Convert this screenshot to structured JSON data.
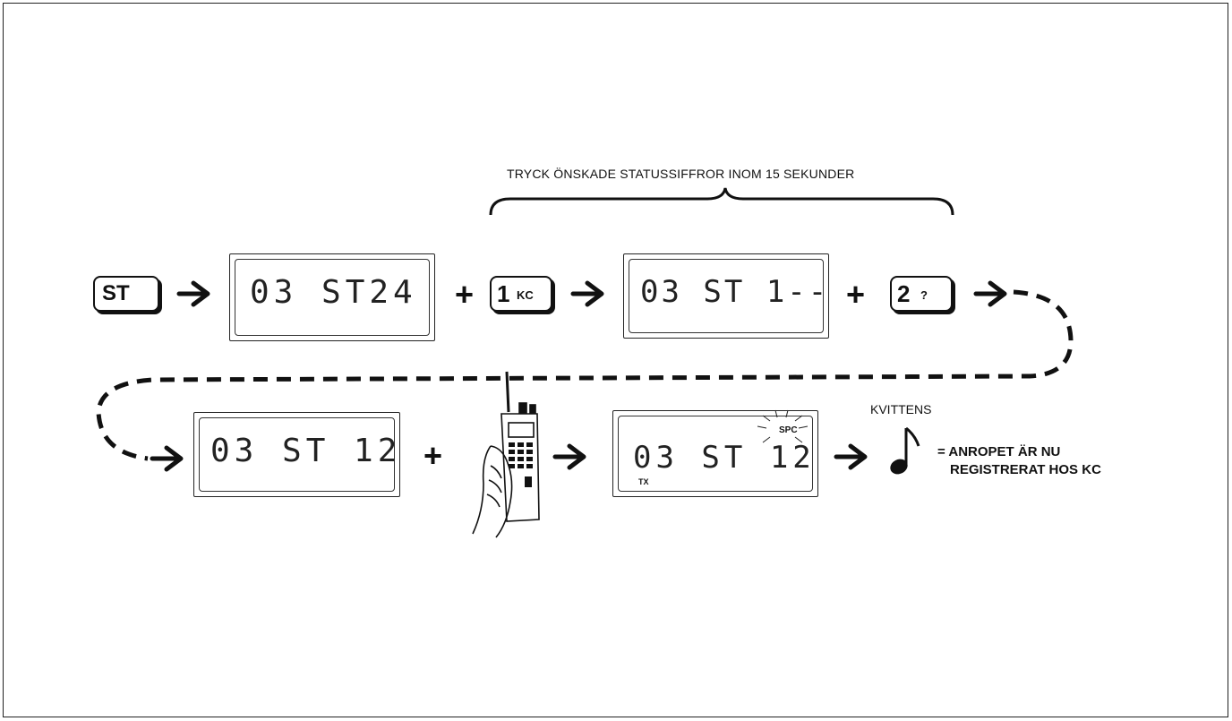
{
  "header_label": "TRYCK ÖNSKADE STATUSSIFFROR INOM 15 SEKUNDER",
  "keys": {
    "st": {
      "main": "ST"
    },
    "one": {
      "main": "1",
      "sub": "KC"
    },
    "two": {
      "main": "2",
      "sub": "?"
    }
  },
  "displays": {
    "first": "03 ST24",
    "second": "03 ST 1--",
    "third": "03 ST 12",
    "fourth": "03 ST 12",
    "fourth_tx": "TX",
    "fourth_spc": "SPC"
  },
  "plus_sign": "+",
  "kvittens_label": "KVITTENS",
  "result_line1": "= ANROPET ÄR NU",
  "result_line2": "REGISTRERAT HOS KC",
  "icons": [
    "right-arrow-icon",
    "dashed-path-icon",
    "radio-handset-icon",
    "music-note-icon",
    "curly-brace-icon"
  ]
}
